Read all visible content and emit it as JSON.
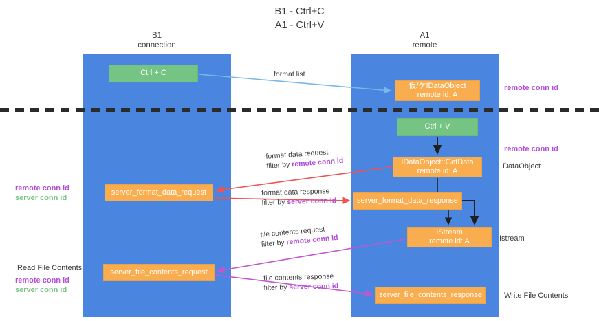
{
  "title": {
    "line1": "B1 - Ctrl+C",
    "line2": "A1 - Ctrl+V"
  },
  "lanes": [
    {
      "id": "b1",
      "name": "B1",
      "role": "connection"
    },
    {
      "id": "a1",
      "name": "A1",
      "role": "remote"
    }
  ],
  "nodes": {
    "ctrl_c": {
      "label": "Ctrl + C",
      "color": "#76c484"
    },
    "idataobject": {
      "line1": "仮/ケIDataObject",
      "line2": "remote id: A",
      "color": "#f9ad4e"
    },
    "ctrl_v": {
      "label": "Ctrl + V",
      "color": "#76c484"
    },
    "getdata": {
      "line1": "IDataObject::GetData",
      "line2": "remote id: A",
      "color": "#f9ad4e"
    },
    "server_format_data_request": {
      "label": "server_format_data_request",
      "color": "#f9ad4e"
    },
    "server_format_data_response": {
      "label": "server_format_data_response",
      "color": "#f9ad4e"
    },
    "istream": {
      "line1": "IStream",
      "line2": "remote id: A",
      "color": "#f9ad4e"
    },
    "server_file_contents_request": {
      "label": "server_file_contents_request",
      "color": "#f9ad4e"
    },
    "server_file_contents_response": {
      "label": "server_file_contents_response",
      "color": "#f9ad4e"
    }
  },
  "edge_labels": {
    "format_list": "format list",
    "format_data_request": "format data request",
    "format_data_request_filter_prefix": "filter by ",
    "format_data_request_filter_key": "remote conn id",
    "format_data_response": "format data response",
    "format_data_response_filter_prefix": "filter by ",
    "format_data_response_filter_key": "server conn id",
    "file_contents_request": "file contents request",
    "file_contents_request_filter_prefix": "filter by ",
    "file_contents_request_filter_key": "remote conn id",
    "file_contents_response": "file contents response",
    "file_contents_response_filter_prefix": "filter by ",
    "file_contents_response_filter_key": "server conn id"
  },
  "annotations": {
    "remote_conn_id_top": "remote conn id",
    "remote_conn_id_mid": "remote conn id",
    "dataobject": "DataObject",
    "istream": "Istream",
    "write_file_contents": "Write File Contents",
    "read_file_contents": "Read File Contents",
    "left_remote_conn_id_1": "remote conn id",
    "left_server_conn_id_1": "server conn id",
    "left_remote_conn_id_2": "remote conn id",
    "left_server_conn_id_2": "server conn id"
  },
  "colors": {
    "lane": "#4a86e0",
    "green": "#76c484",
    "orange": "#f9ad4e",
    "purple": "#b14fd8",
    "red_arrow": "#ef5350",
    "magenta_arrow": "#c455cf",
    "blue_arrow": "#7ab6e8",
    "divider": "#2b2b2b",
    "text": "#3c3c3c"
  }
}
